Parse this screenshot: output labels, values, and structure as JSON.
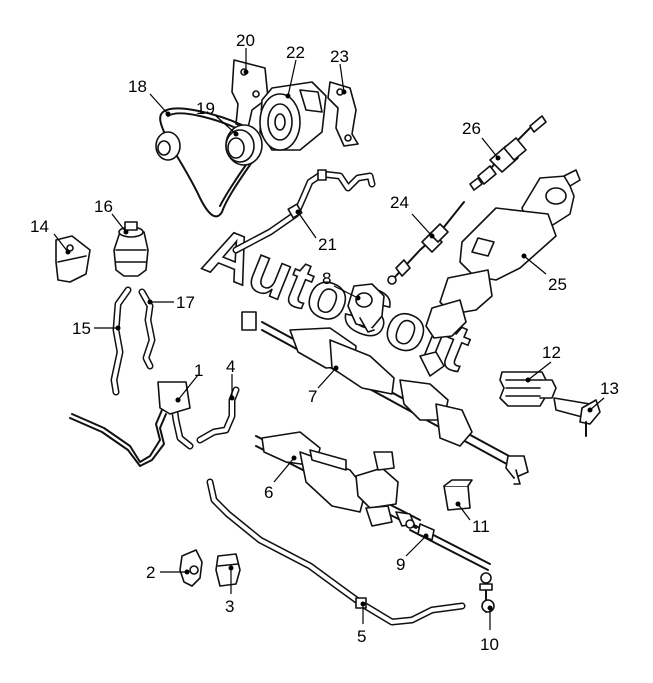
{
  "watermark": "AutoSoft",
  "callouts": [
    {
      "id": "c1",
      "label": "1"
    },
    {
      "id": "c2",
      "label": "2"
    },
    {
      "id": "c3",
      "label": "3"
    },
    {
      "id": "c4",
      "label": "4"
    },
    {
      "id": "c5",
      "label": "5"
    },
    {
      "id": "c6",
      "label": "6"
    },
    {
      "id": "c7",
      "label": "7"
    },
    {
      "id": "c8",
      "label": "8"
    },
    {
      "id": "c9",
      "label": "9"
    },
    {
      "id": "c10",
      "label": "10"
    },
    {
      "id": "c11",
      "label": "11"
    },
    {
      "id": "c12",
      "label": "12"
    },
    {
      "id": "c13",
      "label": "13"
    },
    {
      "id": "c14",
      "label": "14"
    },
    {
      "id": "c15",
      "label": "15"
    },
    {
      "id": "c16",
      "label": "16"
    },
    {
      "id": "c17",
      "label": "17"
    },
    {
      "id": "c18",
      "label": "18"
    },
    {
      "id": "c19",
      "label": "19"
    },
    {
      "id": "c20",
      "label": "20"
    },
    {
      "id": "c21",
      "label": "21"
    },
    {
      "id": "c22",
      "label": "22"
    },
    {
      "id": "c23",
      "label": "23"
    },
    {
      "id": "c24",
      "label": "24"
    },
    {
      "id": "c25",
      "label": "25"
    },
    {
      "id": "c26",
      "label": "26"
    }
  ]
}
